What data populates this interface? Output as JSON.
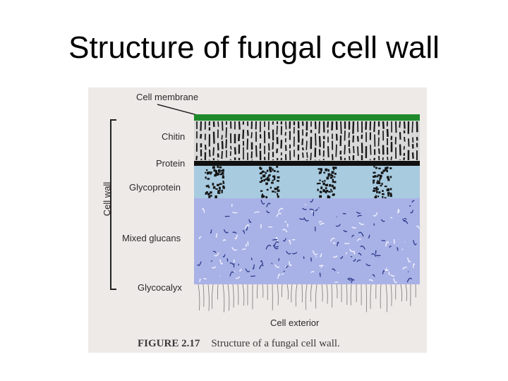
{
  "title": "Structure of fungal cell wall",
  "figure": {
    "layers": {
      "cell_membrane": "Cell membrane",
      "chitin": "Chitin",
      "protein": "Protein",
      "glycoprotein": "Glycoprotein",
      "mixed_glucans": "Mixed glucans",
      "glycocalyx": "Glycocalyx"
    },
    "cell_wall_label": "Cell wall",
    "cell_exterior_label": "Cell exterior",
    "caption_number": "FIGURE 2.17",
    "caption_text": "Structure of a fungal cell wall.",
    "colors": {
      "membrane": "#1f8a2c",
      "chitin_bg": "#d9d9d9",
      "protein": "#111111",
      "glycoprotein": "#a8cbe0",
      "glucans": "#a9b2e6",
      "figure_bg": "#eeeae8"
    }
  }
}
